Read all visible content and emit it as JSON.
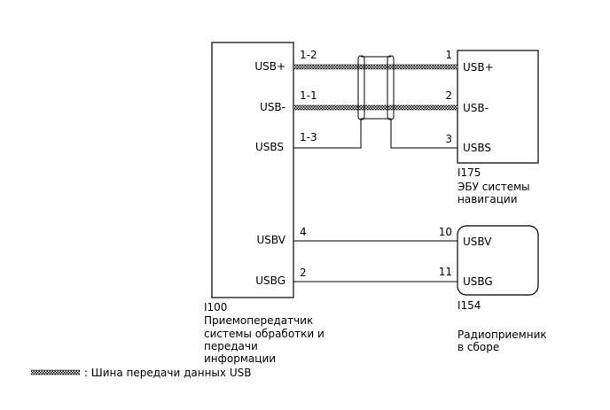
{
  "units": {
    "i100": {
      "id": "I100",
      "name_lines": [
        "Приемопередатчик",
        "системы обработки и",
        "передачи",
        "информации"
      ],
      "pins": {
        "usb_plus": {
          "name": "USB+",
          "num": "1-2"
        },
        "usb_minus": {
          "name": "USB-",
          "num": "1-1"
        },
        "usbs": {
          "name": "USBS",
          "num": "1-3"
        },
        "usbv": {
          "name": "USBV",
          "num": "4"
        },
        "usbg": {
          "name": "USBG",
          "num": "2"
        }
      }
    },
    "i175": {
      "id": "I175",
      "name_lines": [
        "ЭБУ системы",
        "навигации"
      ],
      "pins": {
        "usb_plus": {
          "name": "USB+",
          "num": "1"
        },
        "usb_minus": {
          "name": "USB-",
          "num": "2"
        },
        "usbs": {
          "name": "USBS",
          "num": "3"
        }
      }
    },
    "i154": {
      "id": "I154",
      "name_lines": [
        "Радиоприемник",
        "в сборе"
      ],
      "pins": {
        "usbv": {
          "name": "USBV",
          "num": "10"
        },
        "usbg": {
          "name": "USBG",
          "num": "11"
        }
      }
    }
  },
  "legend": {
    "text": ": Шина передачи данных USB"
  }
}
